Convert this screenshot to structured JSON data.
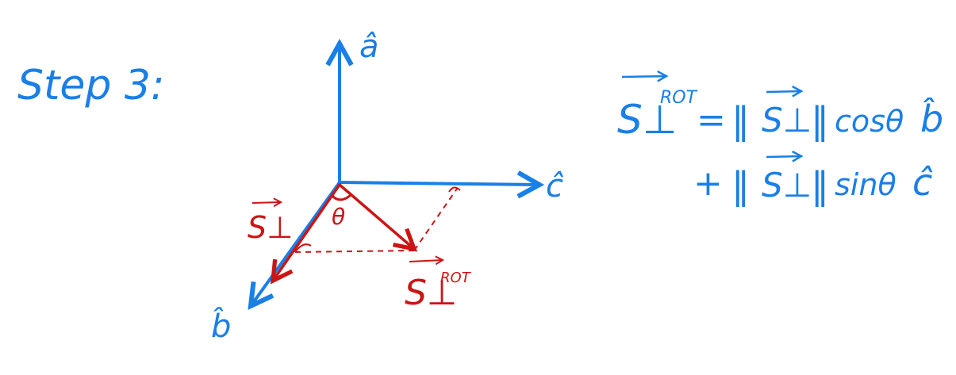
{
  "title": "Step 3:",
  "colors": {
    "blue": "#1a7fe6",
    "red": "#cc1414"
  },
  "axes": {
    "a": "â",
    "b": "b̂",
    "c": "ĉ"
  },
  "vectors": {
    "s_perp": "S⊥",
    "s_perp_rot_base": "S⊥",
    "s_perp_rot_sup": "ROT"
  },
  "angle_label": "θ",
  "equation": {
    "lhs_base": "S⊥",
    "lhs_sup": "ROT",
    "equals": "=",
    "line1_norm_open": "‖",
    "line1_norm_vec": "S⊥",
    "line1_norm_close": "‖",
    "line1_trig": "cosθ",
    "line1_unit": "b̂",
    "line2_plus": "+",
    "line2_norm_open": "‖",
    "line2_norm_vec": "S⊥",
    "line2_norm_close": "‖",
    "line2_trig": "sinθ",
    "line2_unit": "ĉ"
  }
}
